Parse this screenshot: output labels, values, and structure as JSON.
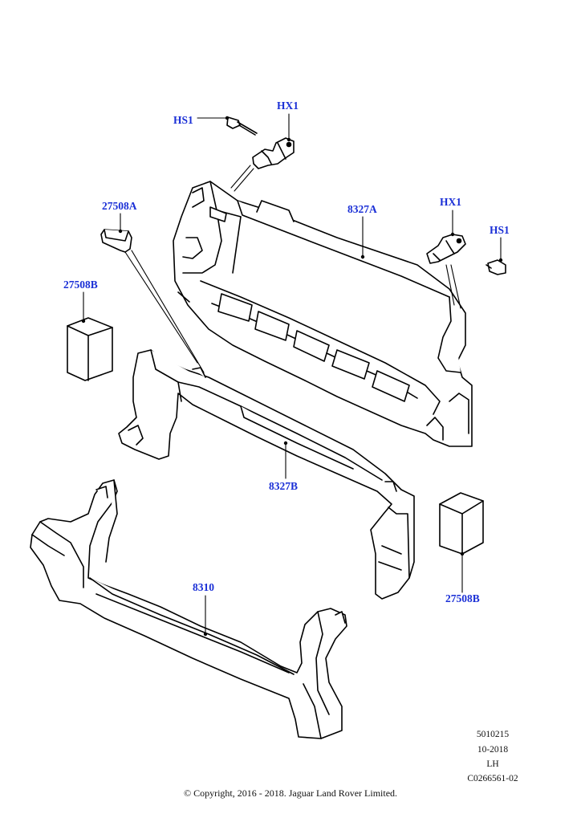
{
  "callouts": {
    "hs1_top": "HS1",
    "hx1_top": "HX1",
    "c27508a": "27508A",
    "c8327a": "8327A",
    "hx1_right": "HX1",
    "hs1_right": "HS1",
    "c27508b_left": "27508B",
    "c8327b": "8327B",
    "c27508b_right": "27508B",
    "c8310": "8310"
  },
  "meta": {
    "line1": "5010215",
    "line2": "10-2018",
    "line3": "LH",
    "line4": "C0266561-02"
  },
  "copyright": "© Copyright, 2016 - 2018. Jaguar Land Rover Limited.",
  "colors": {
    "callout": "#1a2fd6",
    "line": "#000000"
  }
}
